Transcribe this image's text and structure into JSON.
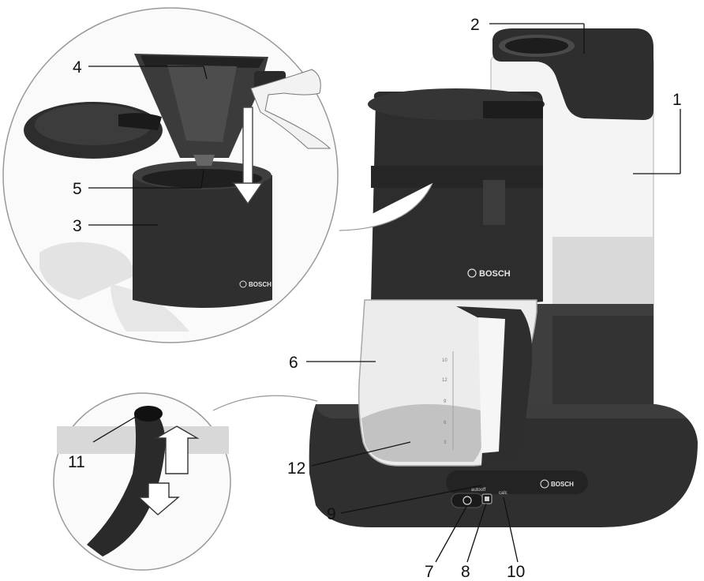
{
  "labels": {
    "l1": "1",
    "l2": "2",
    "l3": "3",
    "l4": "4",
    "l5": "5",
    "l6": "6",
    "l7": "7",
    "l8": "8",
    "l9": "9",
    "l10": "10",
    "l11": "11",
    "l12": "12"
  },
  "brand": {
    "main_housing": "BOSCH",
    "filter_holder": "BOSCH",
    "control_strip": "BOSCH"
  },
  "controls": {
    "autooff": "autooff",
    "calc": "calc",
    "power_symbol": "⏻"
  },
  "jug_scale": {
    "marks": [
      "10",
      "12",
      "9",
      "6",
      "3"
    ]
  },
  "colors": {
    "body_dark": "#2b2b2b",
    "body_mid": "#3a3a3a",
    "glass": "#e8e8e8",
    "water": "#bdbdbd"
  }
}
